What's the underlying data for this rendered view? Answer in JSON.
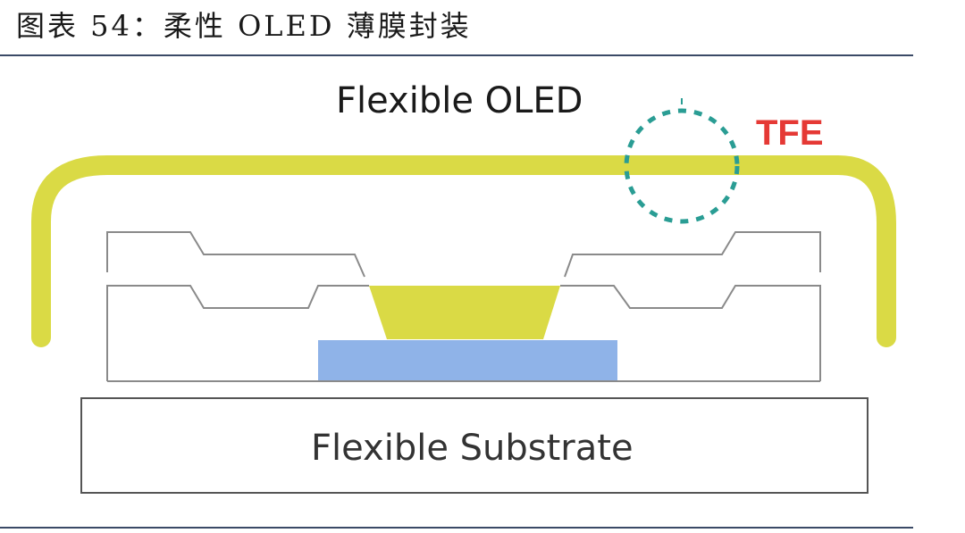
{
  "figure": {
    "caption": "图表 54：柔性 OLED 薄膜封装"
  },
  "labels": {
    "oled": "Flexible OLED",
    "tfe": "TFE",
    "substrate": "Flexible Substrate"
  },
  "colors": {
    "tfe_film": "#dada45",
    "tfe_text": "#e53935",
    "electrode": "#8fb3e8",
    "highlight_circle": "#2a9d94",
    "outline": "#8a8a8a",
    "rule": "#3b4a66"
  }
}
